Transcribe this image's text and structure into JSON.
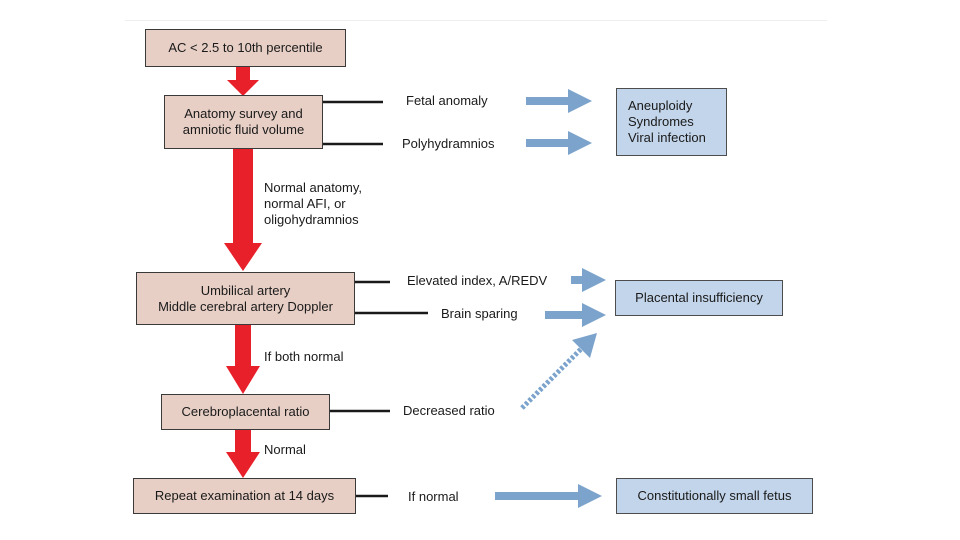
{
  "steps": {
    "ac": "AC < 2.5 to 10th percentile",
    "anatomy": "Anatomy survey and\namniotic fluid volume",
    "doppler": "Umbilical artery\nMiddle cerebral artery Doppler",
    "cpr": "Cerebroplacental ratio",
    "repeat": "Repeat examination at 14 days"
  },
  "flow_labels": {
    "normal_anatomy": "Normal anatomy,\nnormal AFI, or\noligohydramnios",
    "both_normal": "If both normal",
    "normal": "Normal"
  },
  "findings": {
    "fetal_anomaly": "Fetal anomaly",
    "polyhydramnios": "Polyhydramnios",
    "elevated_index": "Elevated index, A/REDV",
    "brain_sparing": "Brain sparing",
    "decreased_ratio": "Decreased ratio",
    "if_normal": "If normal"
  },
  "outcomes": {
    "aneuploidy": "Aneuploidy\nSyndromes\nViral infection",
    "placental": "Placental insufficiency",
    "constitutional": "Constitutionally small fetus"
  },
  "colors": {
    "step_fill": "#e7cfc5",
    "outcome_fill": "#c3d5ea",
    "main_arrow": "#e8202a",
    "result_arrow": "#7ba3cc"
  }
}
